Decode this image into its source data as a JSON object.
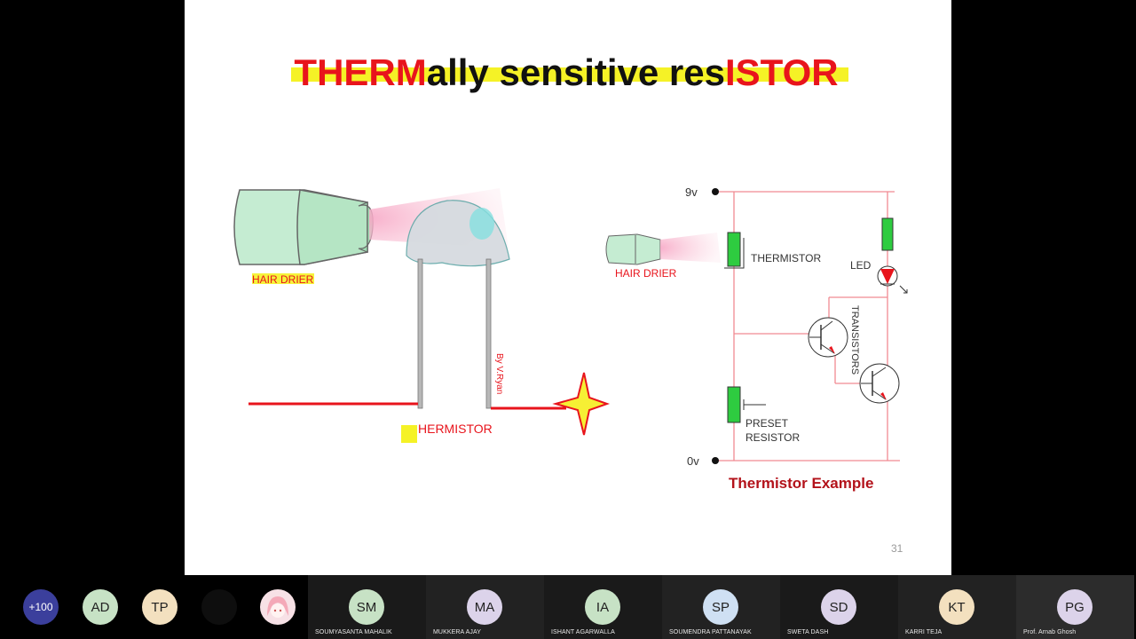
{
  "slide": {
    "title": {
      "part1": "THERM",
      "part2": "ally sensitive res",
      "part3": "ISTOR"
    },
    "left_diagram": {
      "hair_drier_label": "HAIR DRIER",
      "thermistor_label": "HERMISTOR",
      "credit": "By V.Ryan"
    },
    "right_diagram": {
      "supply_label": "9v",
      "ground_label": "0v",
      "hair_drier_label": "HAIR DRIER",
      "thermistor_label": "THERMISTOR",
      "led_label": "LED",
      "transistors_label": "TRANSISTORS",
      "preset_label_line1": "PRESET",
      "preset_label_line2": "RESISTOR",
      "caption": "Thermistor Example"
    },
    "slide_number": "31",
    "colors": {
      "title_red": "#e8141c",
      "highlight_yellow": "#f5f226",
      "component_green": "#2ecc40",
      "wire_pink": "#f08a92",
      "caption_red": "#b3121a"
    }
  },
  "participants": [
    {
      "initials": "+100",
      "name": "",
      "color": "#3b3f9c",
      "text_color": "#ffffff"
    },
    {
      "initials": "AD",
      "name": "",
      "color": "#c7e2c5",
      "text_color": "#222222"
    },
    {
      "initials": "TP",
      "name": "",
      "color": "#f3e0bf",
      "text_color": "#222222"
    },
    {
      "initials": "",
      "name": "",
      "color": "#0e0e0e",
      "text_color": "#222222"
    },
    {
      "initials": "",
      "name": "",
      "color": "#f7e1e6",
      "text_color": "#222222",
      "icon": "anime-avatar-icon"
    },
    {
      "initials": "SM",
      "name": "SOUMYASANTA MAHALIK",
      "color": "#c7e2c5",
      "text_color": "#222222"
    },
    {
      "initials": "MA",
      "name": "MUKKERA AJAY",
      "color": "#dcd3ea",
      "text_color": "#222222"
    },
    {
      "initials": "IA",
      "name": "ISHANT AGARWALLA",
      "color": "#c7e2c5",
      "text_color": "#222222"
    },
    {
      "initials": "SP",
      "name": "SOUMENDRA PATTANAYAK",
      "color": "#cfe0f3",
      "text_color": "#222222"
    },
    {
      "initials": "SD",
      "name": "SWETA DASH",
      "color": "#dcd3ea",
      "text_color": "#222222"
    },
    {
      "initials": "KT",
      "name": "KARRI TEJA",
      "color": "#f3e0bf",
      "text_color": "#222222"
    },
    {
      "initials": "PG",
      "name": "Prof. Arnab Ghosh",
      "color": "#dcd3ea",
      "text_color": "#222222"
    }
  ]
}
